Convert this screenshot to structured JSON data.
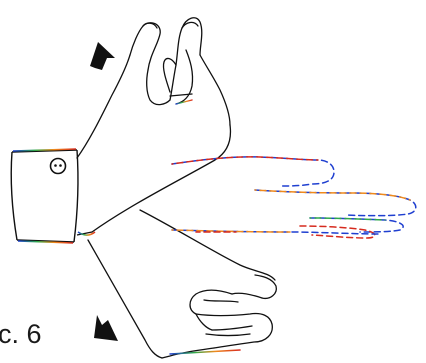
{
  "figure": {
    "caption": "c. 6",
    "motion": "wrist-flexion-and-extension",
    "rest_position_style": "dashed",
    "colors": {
      "ink": "#111111",
      "dash_blue": "#1f3fd0",
      "dash_red": "#d62a1e",
      "dash_orange": "#f08a1c",
      "dash_green": "#2ea84a",
      "arrow": "#111111"
    },
    "icons": [
      "arrow-up-left-icon",
      "arrow-down-left-icon",
      "button-icon"
    ]
  }
}
